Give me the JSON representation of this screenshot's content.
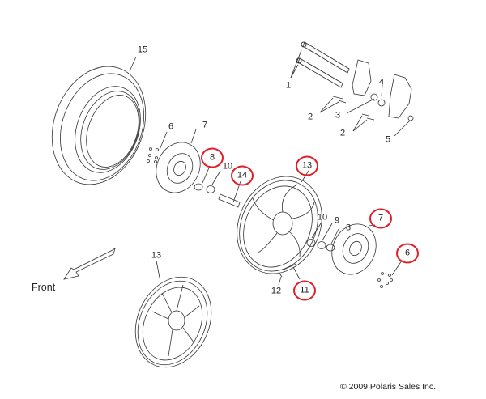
{
  "diagram": {
    "title": "Front Wheel Assembly Exploded View",
    "orientation_label": "Front",
    "copyright": "© 2009 Polaris Sales Inc.",
    "highlight_color": "#e01e25",
    "line_color": "#333333",
    "callouts": [
      {
        "id": "c15",
        "number": "15",
        "part": "tire",
        "highlighted": false
      },
      {
        "id": "c1",
        "number": "1",
        "part": "axle",
        "highlighted": false
      },
      {
        "id": "c4",
        "number": "4",
        "part": "spacer",
        "highlighted": false
      },
      {
        "id": "c2a",
        "number": "2",
        "part": "bolt",
        "highlighted": false
      },
      {
        "id": "c3",
        "number": "3",
        "part": "spacer",
        "highlighted": false
      },
      {
        "id": "c2b",
        "number": "2",
        "part": "bolt",
        "highlighted": false
      },
      {
        "id": "c5",
        "number": "5",
        "part": "nut",
        "highlighted": false
      },
      {
        "id": "c6a",
        "number": "6",
        "part": "rotor-bolts",
        "highlighted": false
      },
      {
        "id": "c7a",
        "number": "7",
        "part": "brake-rotor",
        "highlighted": false
      },
      {
        "id": "c8a",
        "number": "8",
        "part": "seal",
        "highlighted": true
      },
      {
        "id": "c10a",
        "number": "10",
        "part": "bearing",
        "highlighted": false
      },
      {
        "id": "c14",
        "number": "14",
        "part": "hub-spacer",
        "highlighted": true
      },
      {
        "id": "c13a",
        "number": "13",
        "part": "wheel-rim",
        "highlighted": true
      },
      {
        "id": "c10b",
        "number": "10",
        "part": "bearing",
        "highlighted": false
      },
      {
        "id": "c9",
        "number": "9",
        "part": "snap-ring",
        "highlighted": false
      },
      {
        "id": "c8b",
        "number": "8",
        "part": "seal",
        "highlighted": false
      },
      {
        "id": "c7b",
        "number": "7",
        "part": "brake-rotor",
        "highlighted": true
      },
      {
        "id": "c6b",
        "number": "6",
        "part": "rotor-bolts",
        "highlighted": true
      },
      {
        "id": "c11",
        "number": "11",
        "part": "valve-stem",
        "highlighted": true
      },
      {
        "id": "c12",
        "number": "12",
        "part": "valve-cap",
        "highlighted": false
      },
      {
        "id": "c13b",
        "number": "13",
        "part": "wheel-rim",
        "highlighted": false
      }
    ]
  }
}
